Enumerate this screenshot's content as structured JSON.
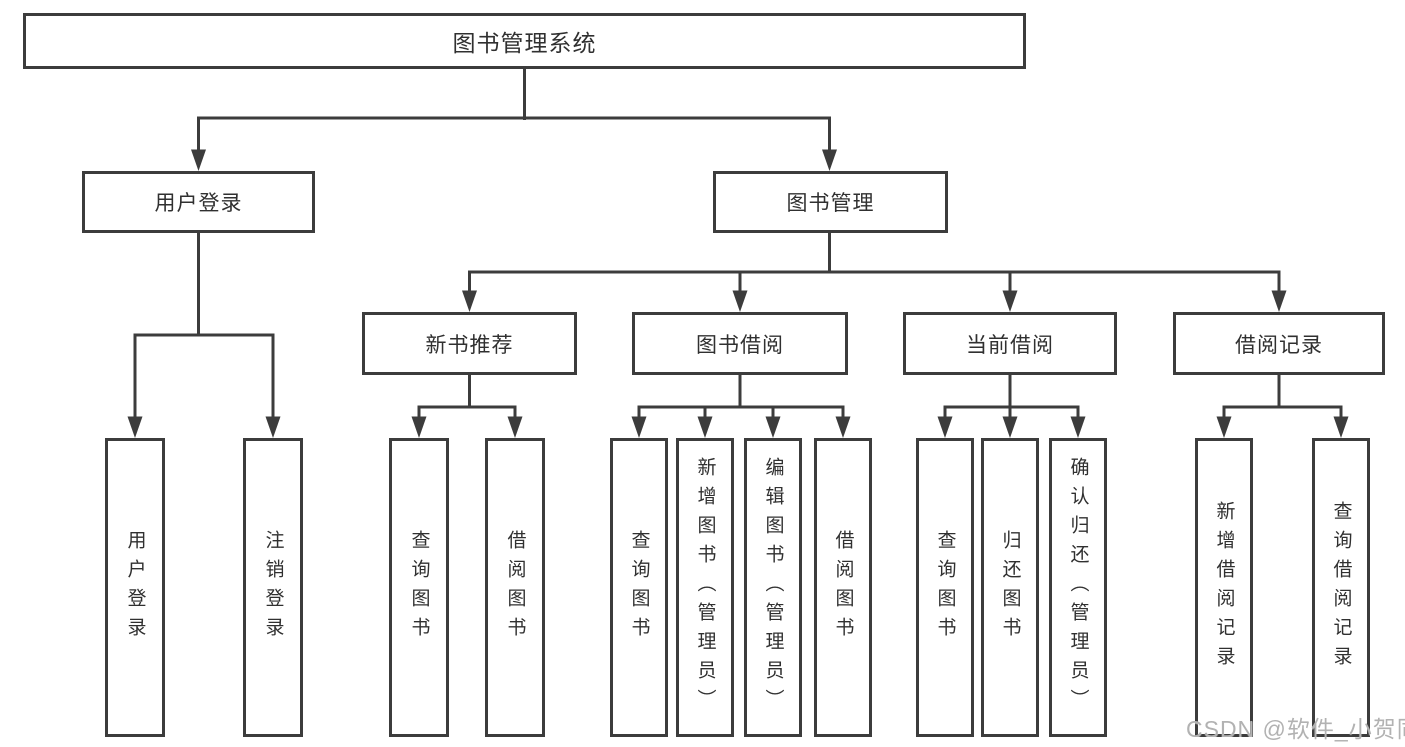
{
  "diagram": {
    "root": {
      "label": "图书管理系统"
    },
    "level2": [
      {
        "label": "用户登录"
      },
      {
        "label": "图书管理"
      }
    ],
    "level3": [
      {
        "label": "新书推荐",
        "parent": "图书管理"
      },
      {
        "label": "图书借阅",
        "parent": "图书管理"
      },
      {
        "label": "当前借阅",
        "parent": "图书管理"
      },
      {
        "label": "借阅记录",
        "parent": "图书管理"
      }
    ],
    "leaves": [
      {
        "label": "用户登录",
        "parent": "用户登录"
      },
      {
        "label": "注销登录",
        "parent": "用户登录"
      },
      {
        "label": "查询图书",
        "parent": "新书推荐"
      },
      {
        "label": "借阅图书",
        "parent": "新书推荐"
      },
      {
        "label": "查询图书",
        "parent": "图书借阅"
      },
      {
        "label": "新增图书（管理员）",
        "parent": "图书借阅"
      },
      {
        "label": "编辑图书（管理员）",
        "parent": "图书借阅"
      },
      {
        "label": "借阅图书",
        "parent": "图书借阅"
      },
      {
        "label": "查询图书",
        "parent": "当前借阅"
      },
      {
        "label": "归还图书",
        "parent": "当前借阅"
      },
      {
        "label": "确认归还（管理员）",
        "parent": "当前借阅"
      },
      {
        "label": "新增借阅记录",
        "parent": "借阅记录"
      },
      {
        "label": "查询借阅记录",
        "parent": "借阅记录"
      }
    ],
    "colors": {
      "line": "#3c3c3c",
      "text": "#303030",
      "box_background": "#ffffff",
      "page_background": "#ffffff",
      "watermark": "#b2b2b2"
    }
  },
  "watermark": {
    "text": "CSDN @软件_小贺同学"
  }
}
